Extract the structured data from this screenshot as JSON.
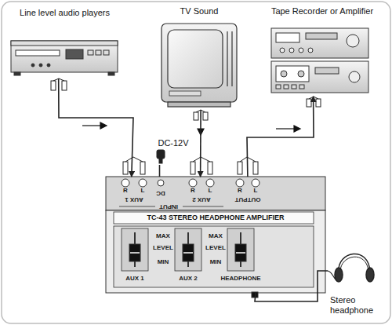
{
  "diagram": {
    "nodes": [
      {
        "text": [
          "Line level audio players"
        ]
      },
      {
        "text": [
          "TV Sound"
        ]
      },
      {
        "text": [
          "Tape Recorder or Amplifier"
        ]
      },
      {
        "text": [
          "DC-12V"
        ]
      },
      {
        "text": [
          "TC-43 STEREO HEADPHONE AMPLIFIER"
        ]
      },
      {
        "text": [
          "Stereo headphone"
        ]
      }
    ],
    "edges": [
      {
        "from": 0,
        "to": 4,
        "arrow": "to"
      },
      {
        "from": 1,
        "to": 4,
        "arrow": "to"
      },
      {
        "from": 4,
        "to": 2,
        "arrow": "to"
      },
      {
        "from": 3,
        "to": 4,
        "arrow": "none"
      },
      {
        "from": 4,
        "to": 5,
        "arrow": "none"
      }
    ],
    "labels": [
      "R",
      "L",
      "AUX 1",
      "DC",
      "R",
      "L",
      "AUX 2",
      "R",
      "L",
      "OUTPUT",
      "INPUT",
      "MAX",
      "LEVEL",
      "MIN",
      "MAX",
      "LEVEL",
      "MIN",
      "AUX 1",
      "AUX 2",
      "HEADPHONE"
    ]
  }
}
